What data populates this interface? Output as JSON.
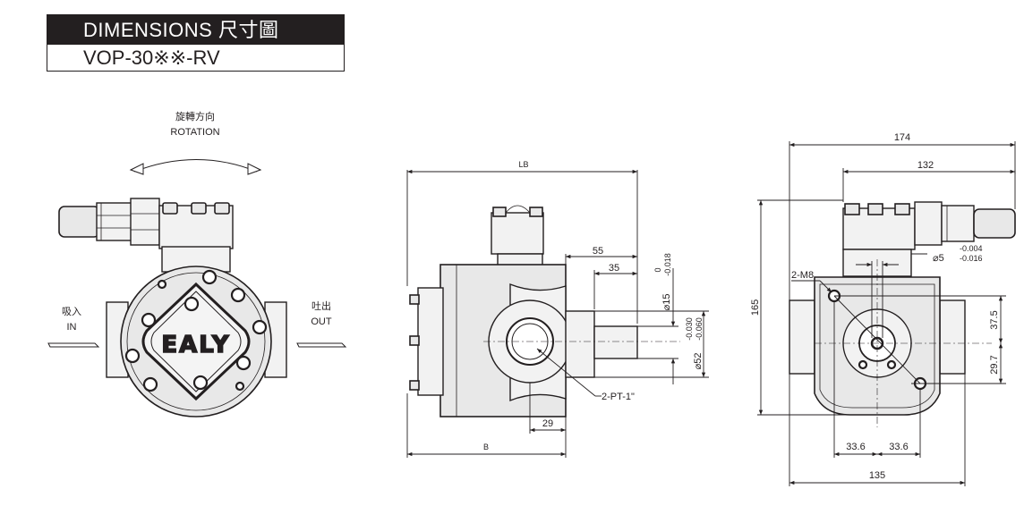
{
  "header": {
    "title": "DIMENSIONS  尺寸圖",
    "model": "VOP-30※※-RV"
  },
  "front_view": {
    "rotation_zh": "旋轉方向",
    "rotation_en": "ROTATION",
    "inlet_zh": "吸入",
    "inlet_en": "IN",
    "outlet_zh": "吐出",
    "outlet_en": "OUT",
    "logo": "EALY"
  },
  "side_view": {
    "lb": "LB",
    "b": "B",
    "d55": "55",
    "d35": "35",
    "d29": "29",
    "shaft_dia": "⌀15",
    "shaft_tol_upper": "0",
    "shaft_tol_lower": "-0.018",
    "pilot_dia": "⌀52",
    "pilot_tol_upper": "-0.030",
    "pilot_tol_lower": "-0.060",
    "port": "2-PT-1\""
  },
  "rear_view": {
    "d174": "174",
    "d132": "132",
    "d165": "165",
    "d135": "135",
    "d33a": "33.6",
    "d33b": "33.6",
    "d37": "37.5",
    "d29": "29.7",
    "key_dia": "⌀5",
    "key_tol_upper": "-0.004",
    "key_tol_lower": "-0.016",
    "holes": "2-M8"
  }
}
